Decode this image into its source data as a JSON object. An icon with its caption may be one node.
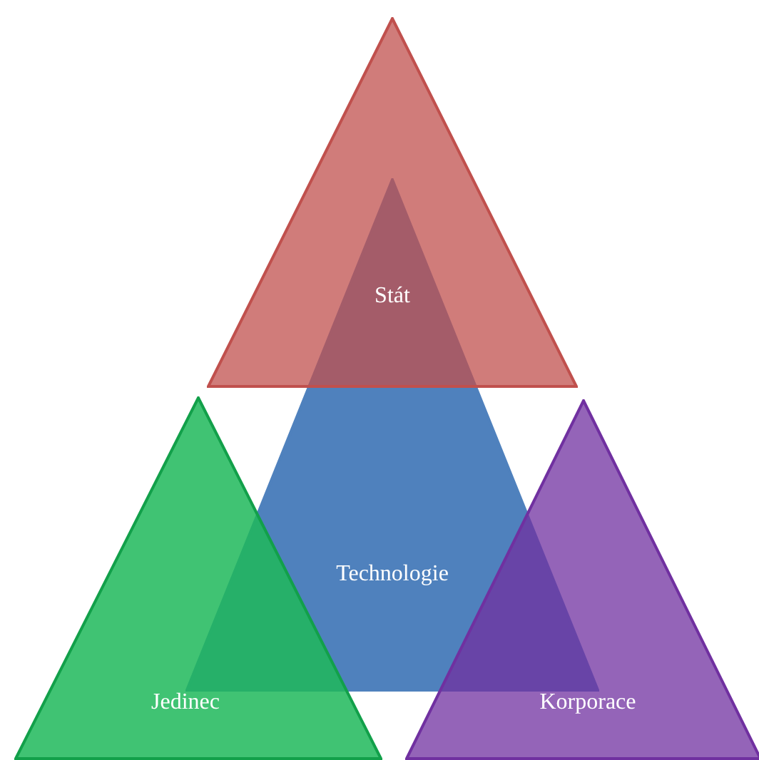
{
  "diagram": {
    "nodes": [
      {
        "text": [
          "Stát"
        ]
      },
      {
        "text": [
          "Technologie"
        ]
      },
      {
        "text": [
          "Jedinec"
        ]
      },
      {
        "text": [
          "Korporace"
        ]
      }
    ]
  }
}
